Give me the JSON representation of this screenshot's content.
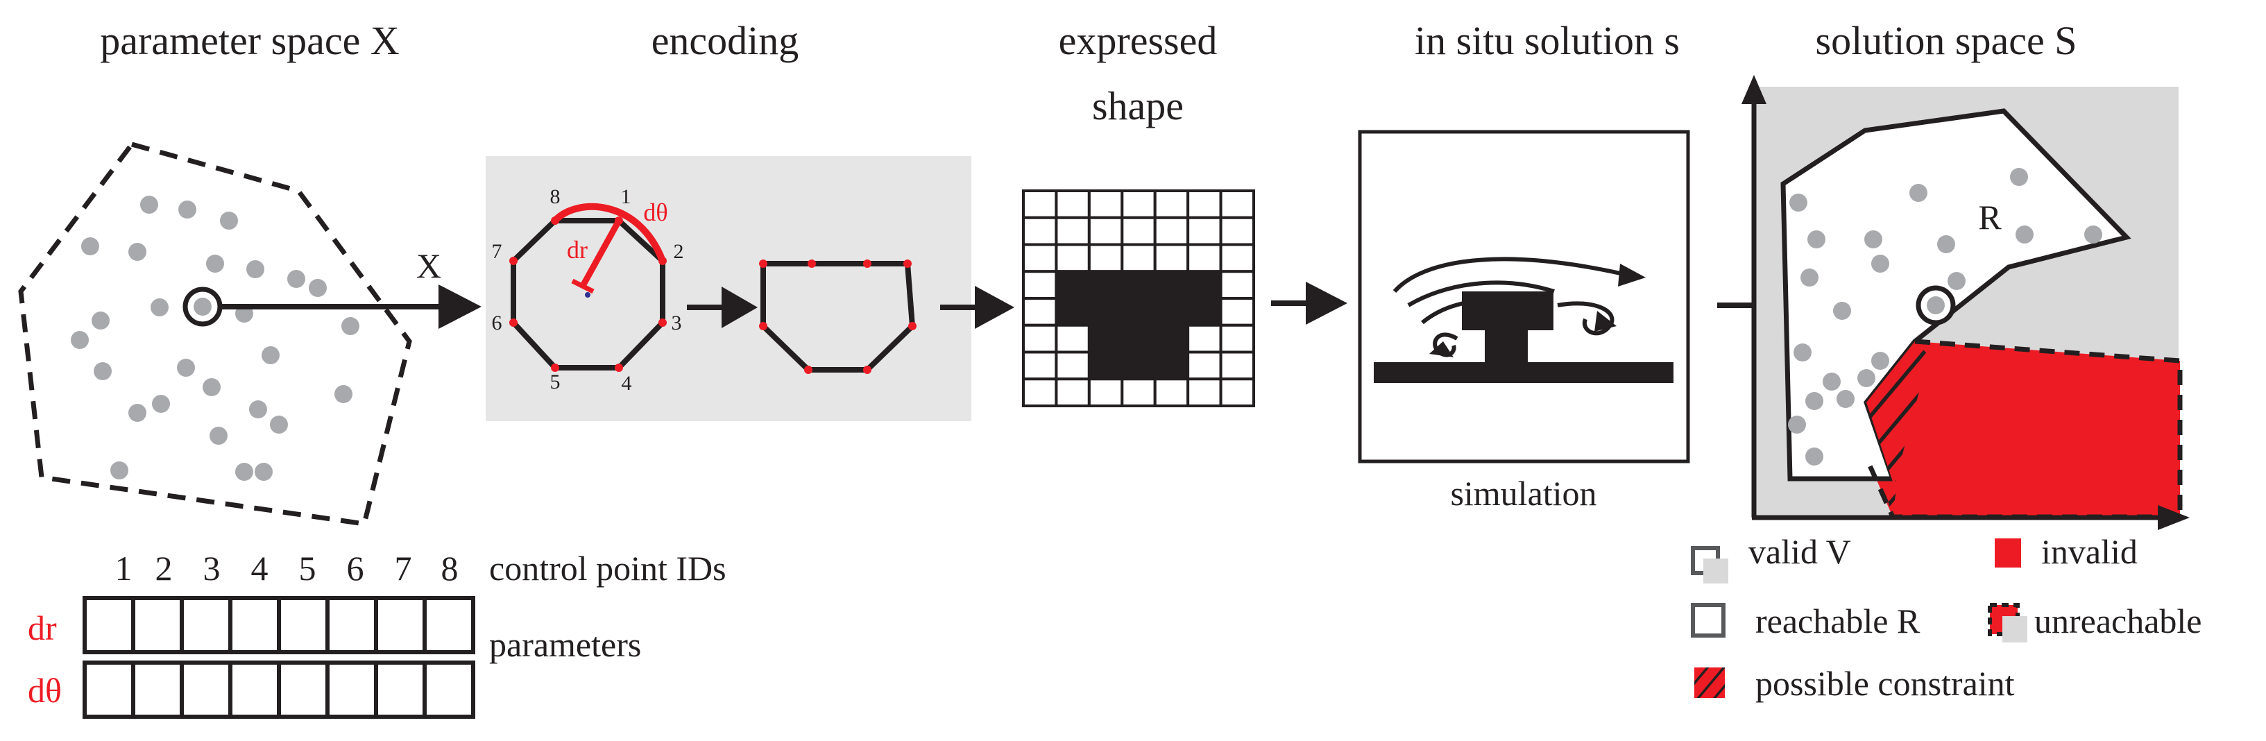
{
  "headings": {
    "parameter_space": "parameter space X",
    "encoding": "encoding",
    "expressed_line1": "expressed",
    "expressed_line2": "shape",
    "in_situ": "in situ solution s",
    "solution_space": "solution space S"
  },
  "labels": {
    "x": "X",
    "dr": "dr",
    "dtheta": "dθ",
    "r": "R",
    "simulation": "simulation",
    "control_ids": "control point IDs",
    "parameters": "parameters",
    "row_dr": "dr",
    "row_dtheta": "dθ"
  },
  "control_ids": [
    "1",
    "2",
    "3",
    "4",
    "5",
    "6",
    "7",
    "8"
  ],
  "octagon_ids": [
    "1",
    "2",
    "3",
    "4",
    "5",
    "6",
    "7",
    "8"
  ],
  "legend": {
    "valid": "valid V",
    "invalid": "invalid",
    "reachable": "reachable R",
    "unreachable": "unreachable",
    "constraint": "possible constraint"
  },
  "colors": {
    "ink": "#231f20",
    "red": "#ed1c24",
    "panel_gray": "#e6e6e6",
    "space_gray": "#d9d9da",
    "dot_gray": "#a7a9ac"
  }
}
